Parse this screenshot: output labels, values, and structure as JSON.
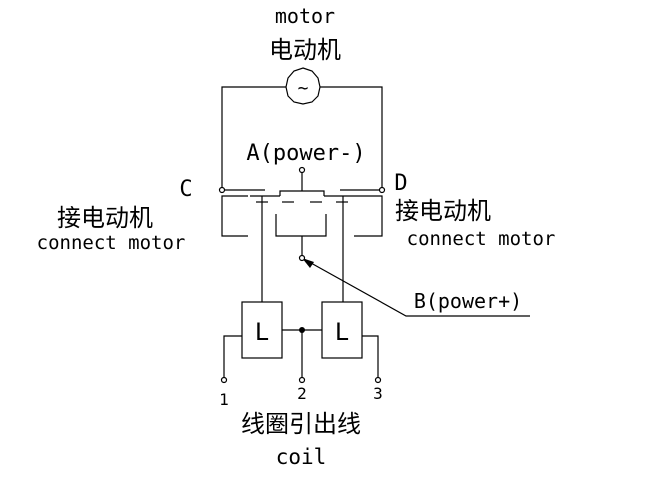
{
  "motor": {
    "label_en": "motor",
    "label_zh": "电动机",
    "symbol": "~"
  },
  "terminals": {
    "A": "A(power-)",
    "B": "B(power+)",
    "C": "C",
    "D": "D"
  },
  "connect_left": {
    "zh": "接电动机",
    "en": "connect motor"
  },
  "connect_right": {
    "zh": "接电动机",
    "en": "connect motor"
  },
  "coils": {
    "left_label": "L",
    "right_label": "L"
  },
  "leads": {
    "n1": "1",
    "n2": "2",
    "n3": "3"
  },
  "coil_caption": {
    "zh": "线圈引出线",
    "en": "coil"
  }
}
